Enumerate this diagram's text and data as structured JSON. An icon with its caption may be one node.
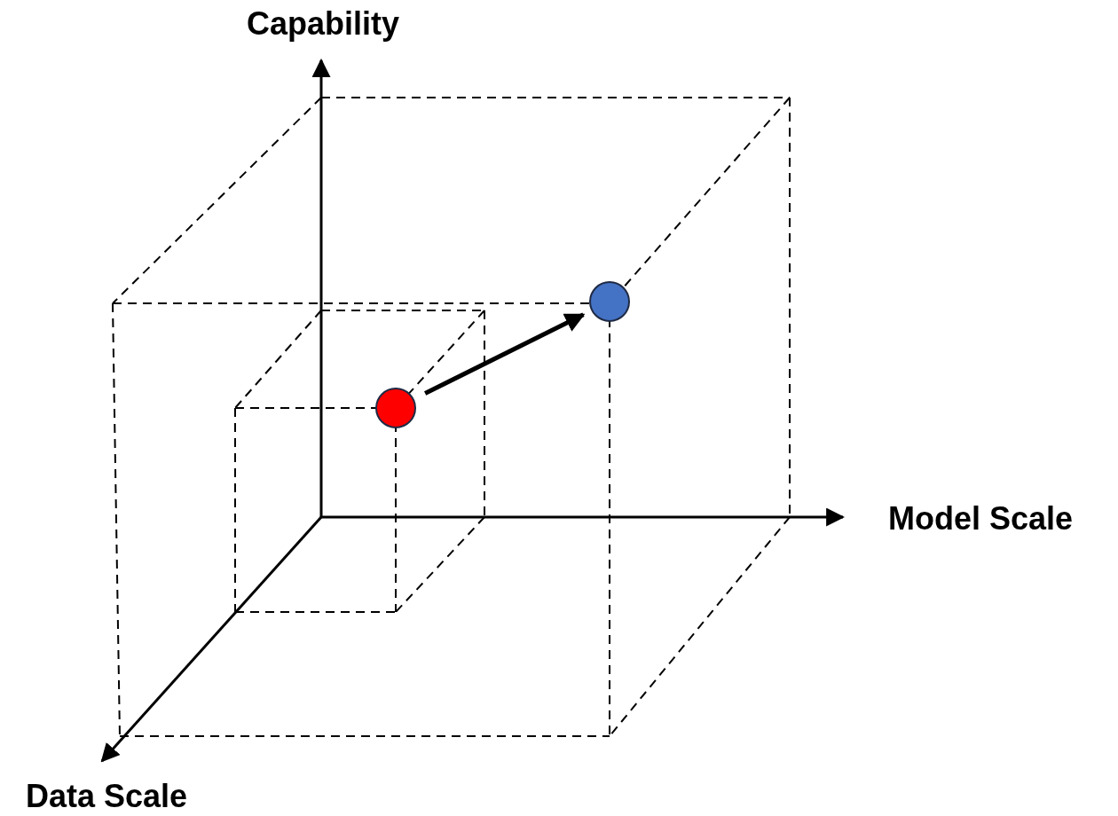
{
  "diagram": {
    "nodes": [
      {
        "text": [],
        "shape": "circle"
      },
      {
        "text": [],
        "shape": "circle"
      }
    ],
    "edges": [
      {
        "from": 0,
        "to": 1,
        "arrow": "to"
      }
    ],
    "labels": [
      "Capability",
      "Model Scale",
      "Data Scale"
    ]
  }
}
